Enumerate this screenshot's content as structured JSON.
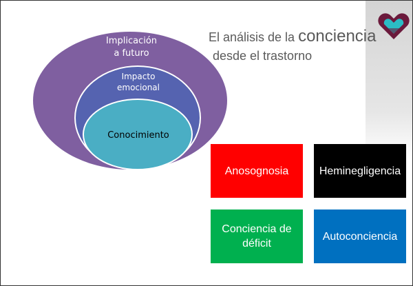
{
  "title": {
    "part1": "El análisis de la ",
    "part2": "conciencia",
    "line2": "desde el trastorno"
  },
  "venn": [
    {
      "label1": "Implicación",
      "label2": "a futuro",
      "color": "#7f5fa0"
    },
    {
      "label1": "Impacto",
      "label2": "emocional",
      "color": "#5563b0"
    },
    {
      "label1": "Conocimiento",
      "color": "#4aaec4"
    }
  ],
  "boxes": [
    {
      "label": "Anosognosia",
      "color": "#ff0000"
    },
    {
      "label": "Heminegligencia",
      "color": "#000000"
    },
    {
      "label": "Conciencia de déficit",
      "color": "#00b04f"
    },
    {
      "label": "Autoconciencia",
      "color": "#0070c0"
    }
  ],
  "logo": {
    "icon": "heart-logo-icon",
    "colors": [
      "#6b1a3c",
      "#2bbcc4"
    ]
  }
}
